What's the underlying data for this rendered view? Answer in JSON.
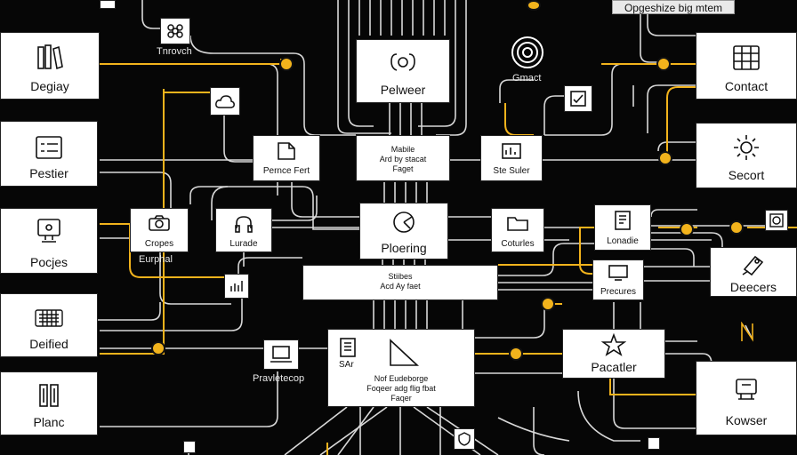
{
  "header": {
    "tag_label": "Opgeshize big mtem"
  },
  "left_nodes": [
    {
      "id": "degiay",
      "label": "Degiay",
      "icon": "books-icon"
    },
    {
      "id": "pestier",
      "label": "Pestier",
      "icon": "list-icon"
    },
    {
      "id": "pocjes",
      "label": "Pocjes",
      "icon": "monitor-icon"
    },
    {
      "id": "deified",
      "label": "Deified",
      "icon": "keyboard-icon"
    },
    {
      "id": "planc",
      "label": "Planc",
      "icon": "columns-icon"
    }
  ],
  "right_nodes": [
    {
      "id": "contact",
      "label": "Contact",
      "icon": "grid-icon"
    },
    {
      "id": "secort",
      "label": "Secort",
      "icon": "gear-icon"
    },
    {
      "id": "deecers",
      "label": "Deecers",
      "icon": "tag-icon"
    },
    {
      "id": "kowser",
      "label": "Kowser",
      "icon": "robot-icon"
    }
  ],
  "center_nodes": {
    "pelweer": "Pelweer",
    "ploering": "Ploering",
    "mabile_title": "Mabile",
    "mabile_sub1": "Ard by stacat",
    "mabile_sub2": "Faget",
    "pence_fert": "Pernce Fert",
    "ste_suler": "Ste Suler",
    "stiibes_title": "Stiibes",
    "stiibes_sub": "Acd Ay faet",
    "cotures": "Coturles",
    "loriadie": "Lonadie",
    "precures": "Precures",
    "pacatler": "Pacatler",
    "bottom_sar": "SAr",
    "bottom_title": "Nof Eudeborge",
    "bottom_sub1": "Foqeer adg flig fbat",
    "bottom_sub2": "Faqer",
    "cropes": "Cropes",
    "lurade": "Lurade"
  },
  "free_labels": {
    "tnrovch": "Tnrovch",
    "gmact": "Gmact",
    "eurphal": "Eurphal",
    "praviecop": "Pravletecop"
  }
}
